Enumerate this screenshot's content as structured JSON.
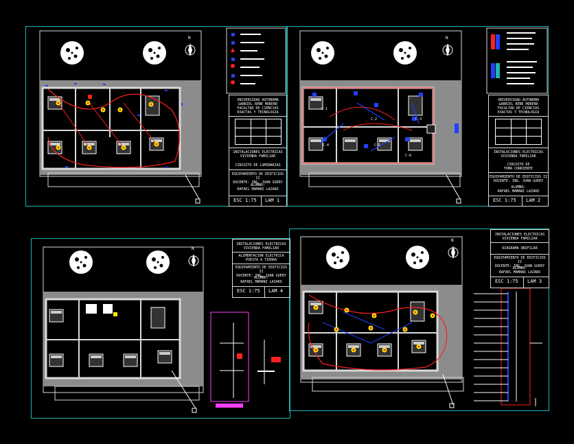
{
  "sheets": [
    {
      "title_block": {
        "university": "UNIVERSIDAD AUTONOMA\nGABRIEL RENE MORENO\nFACULTAD DE CIENCIAS\nEXACTAS Y TECNOLOGIA",
        "project": "INSTALACIONES ELECTRICAS\nVIVIENDA FAMILIAR",
        "content": "CIRCUITO DE LUMINARIAS",
        "course": "EQUIPAMIENTO DE EDIFICIOS II\nDOCENTE: ING. JUAN GUERY",
        "student": "ALUMNO:\nRAFAEL MAMANI LAZARO",
        "scale": "ESC 1:75",
        "sheet_no": "LAM 1"
      }
    },
    {
      "title_block": {
        "university": "UNIVERSIDAD AUTONOMA\nGABRIEL RENE MORENO\nFACULTAD DE CIENCIAS\nEXACTAS Y TECNOLOGIA",
        "project": "INSTALACIONES ELECTRICAS\nVIVIENDA FAMILIAR",
        "content": "CIRCUITO DE\nTOMA CORRIENTE",
        "course": "EQUIPAMIENTO DE EDIFICIOS II\nDOCENTE: ING. JUAN GUERY",
        "student": "ALUMNO:\nRAFAEL MAMANI LAZARO",
        "scale": "ESC 1:75",
        "sheet_no": "LAM 2"
      },
      "circuit_labels": [
        "C-1",
        "C-2",
        "C-3",
        "C-4",
        "C-5",
        "C-6"
      ]
    },
    {
      "title_block": {
        "project": "INSTALACIONES ELECTRICAS\nVIVIENDA FAMILIAR",
        "content": "ALIMENTACION ELECTRICA\nPUESTA A TIERRA",
        "course": "EQUIPAMIENTO DE EDIFICIOS II\nDOCENTE: ING. JUAN GUERY",
        "student": "ALUMNO:\nRAFAEL MAMANI LAZARO",
        "scale": "ESC 1:75",
        "sheet_no": "LAM 4"
      }
    },
    {
      "title_block": {
        "project": "INSTALACIONES ELECTRICAS\nVIVIENDA FAMILIAR",
        "content": "DIAGRAMA UNIFILAR",
        "course": "EQUIPAMIENTO DE EDIFICIOS II\nDOCENTE: ING. JUAN GUERY",
        "student": "ALUMNO:\nRAFAEL MAMANI LAZARO",
        "scale": "ESC 1:75",
        "sheet_no": "LAM 3"
      }
    }
  ],
  "north_label": "N",
  "colors": {
    "frame": "#1fb3b3",
    "wall": "#d9d9d9",
    "floor": "#8c8c8c",
    "circuit_red": "#ff2020",
    "switch_blue": "#2040ff",
    "fixture_yellow": "#ffee00",
    "ground_magenta": "#ff40ff"
  }
}
